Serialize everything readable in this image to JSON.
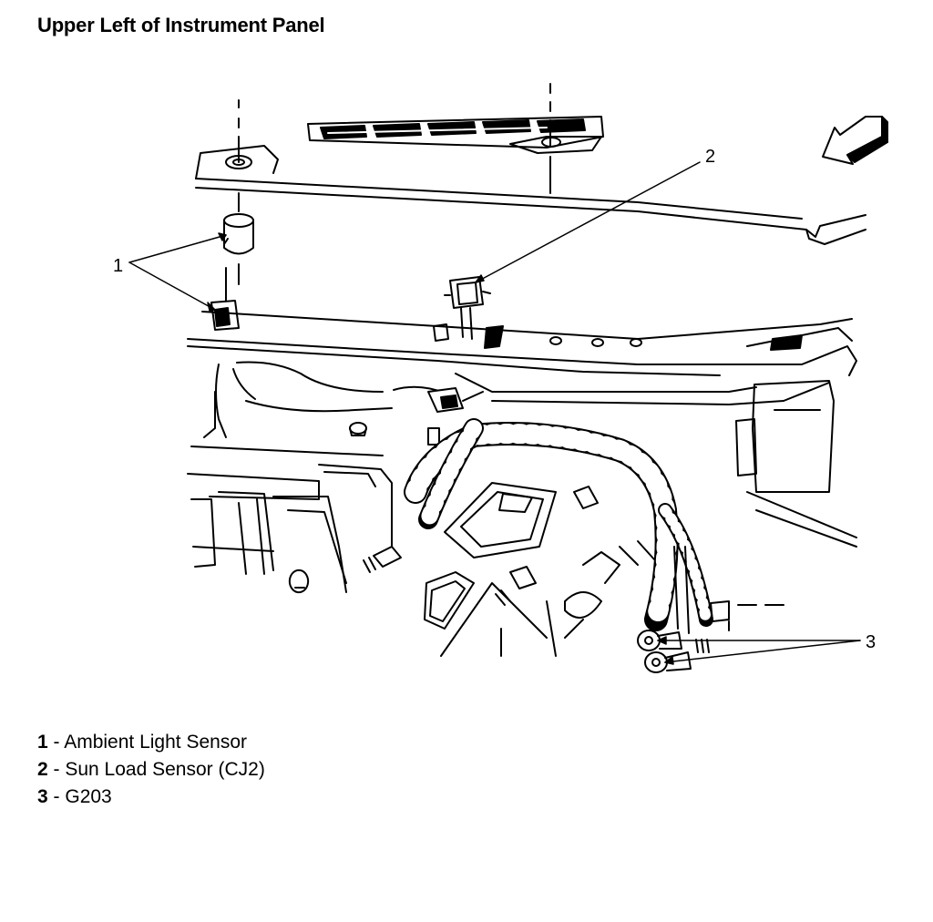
{
  "title": "Upper Left of Instrument Panel",
  "callouts": [
    {
      "number": "1"
    },
    {
      "number": "2"
    },
    {
      "number": "3"
    }
  ],
  "legend": [
    {
      "number": "1",
      "separator": " - ",
      "text": "Ambient Light Sensor"
    },
    {
      "number": "2",
      "separator": " - ",
      "text": "Sun Load Sensor (CJ2)"
    },
    {
      "number": "3",
      "separator": " - ",
      "text": "G203"
    }
  ]
}
